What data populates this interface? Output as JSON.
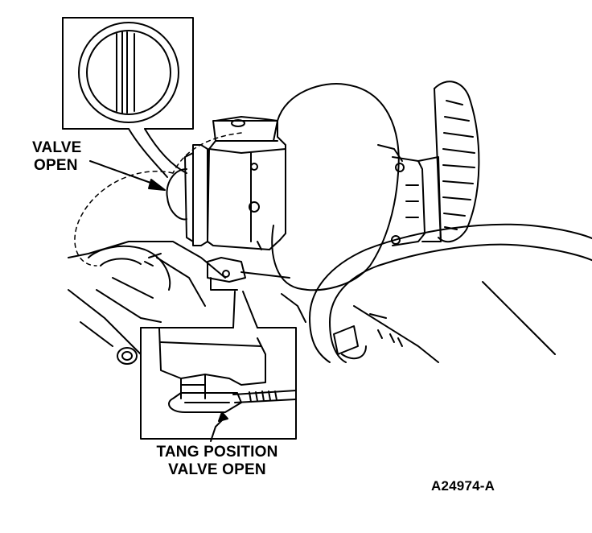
{
  "labels": {
    "valve_open_line1": "VALVE",
    "valve_open_line2": "OPEN",
    "tang_line1": "TANG POSITION",
    "tang_line2": "VALVE OPEN",
    "figure_id": "A24974-A"
  },
  "colors": {
    "ink": "#000000",
    "paper": "#ffffff"
  }
}
